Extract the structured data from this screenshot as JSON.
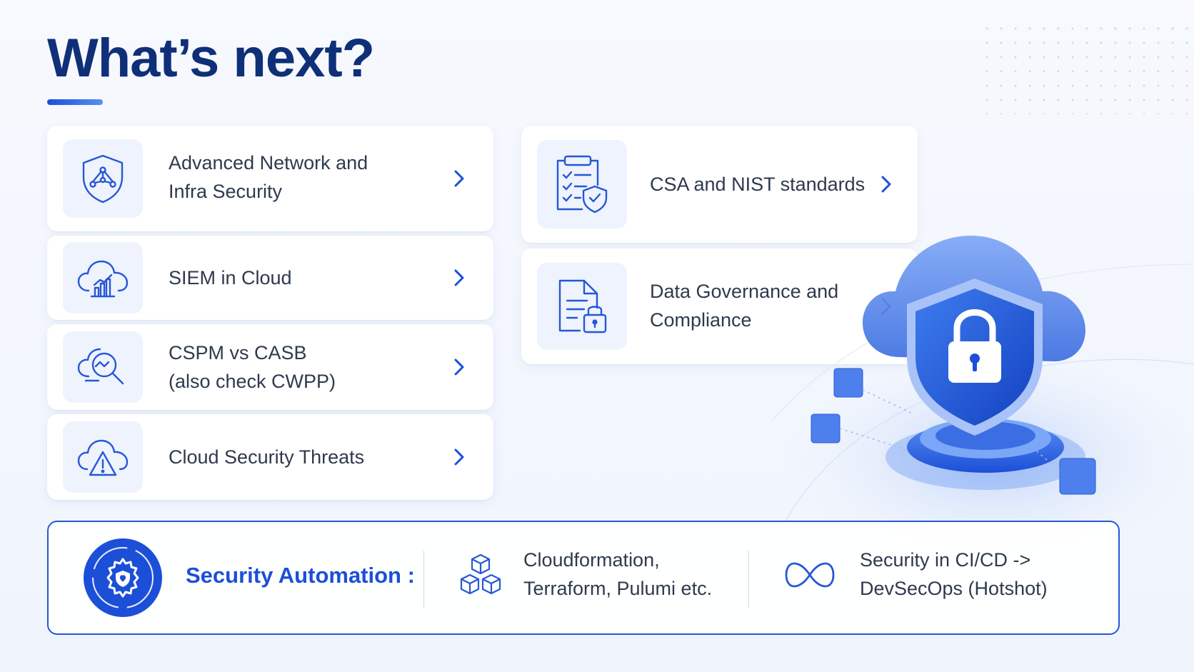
{
  "page": {
    "title": "What’s next?"
  },
  "colors": {
    "brand": "#1c4fd8",
    "title": "#0f2f78",
    "text": "#2e3a4e",
    "tile_bg": "#eef3fd"
  },
  "cards_left": [
    {
      "label": "Advanced Network and\nInfra Security",
      "icon": "shield-network-icon"
    },
    {
      "label": "SIEM in Cloud",
      "icon": "cloud-chart-icon"
    },
    {
      "label": "CSPM vs CASB\n(also check CWPP)",
      "icon": "cloud-search-icon"
    },
    {
      "label": "Cloud Security Threats",
      "icon": "cloud-warning-icon"
    }
  ],
  "cards_right": [
    {
      "label": "CSA and NIST standards",
      "icon": "checklist-shield-icon"
    },
    {
      "label": "Data Governance and\nCompliance",
      "icon": "document-lock-icon"
    }
  ],
  "automation": {
    "label": "Security Automation :",
    "items": [
      {
        "text": "Cloudformation,\nTerraform, Pulumi etc.",
        "icon": "cubes-icon"
      },
      {
        "text": "Security in CI/CD ->\nDevSecOps (Hotshot)",
        "icon": "infinity-icon"
      }
    ]
  }
}
